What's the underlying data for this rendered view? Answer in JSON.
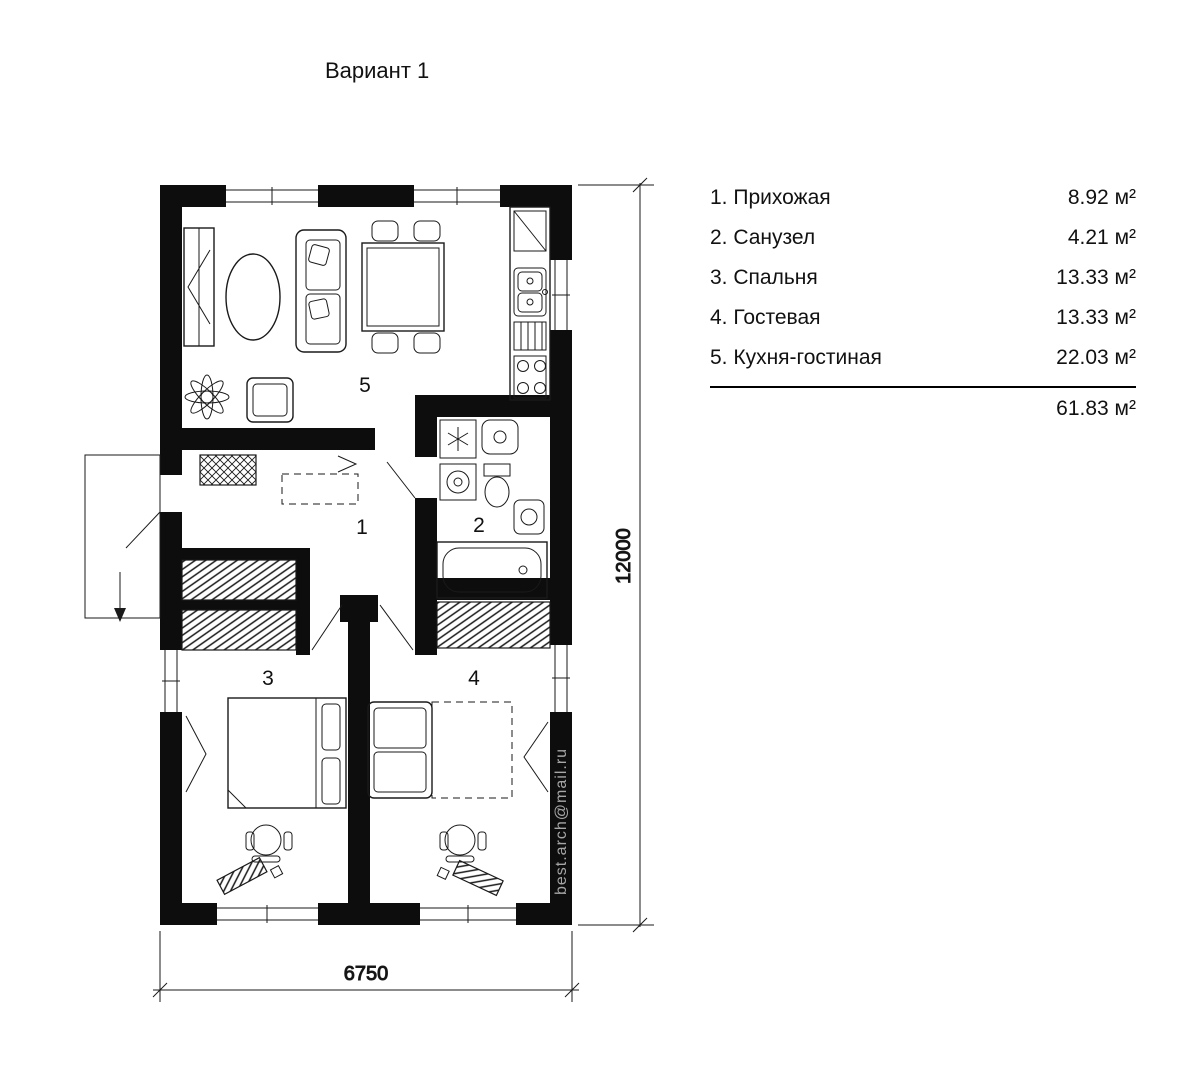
{
  "title": "Вариант 1",
  "legend": {
    "rows": [
      {
        "label": "1. Прихожая",
        "area": "8.92 м²"
      },
      {
        "label": "2. Санузел",
        "area": "4.21 м²"
      },
      {
        "label": "3. Спальня",
        "area": "13.33 м²"
      },
      {
        "label": "4. Гостевая",
        "area": "13.33 м²"
      },
      {
        "label": "5. Кухня-гостиная",
        "area": "22.03 м²"
      }
    ],
    "total": "61.83 м²"
  },
  "plan": {
    "rooms": {
      "hallway": "1",
      "bathroom": "2",
      "bedroom": "3",
      "guest": "4",
      "kitchen_living": "5"
    }
  },
  "dimensions": {
    "width": "6750",
    "height": "12000"
  },
  "watermark": "best.arch@mail.ru",
  "colors": {
    "wall": "#0d0d0d",
    "line": "#1a1a1a",
    "watermark": "#a6a6a6"
  }
}
